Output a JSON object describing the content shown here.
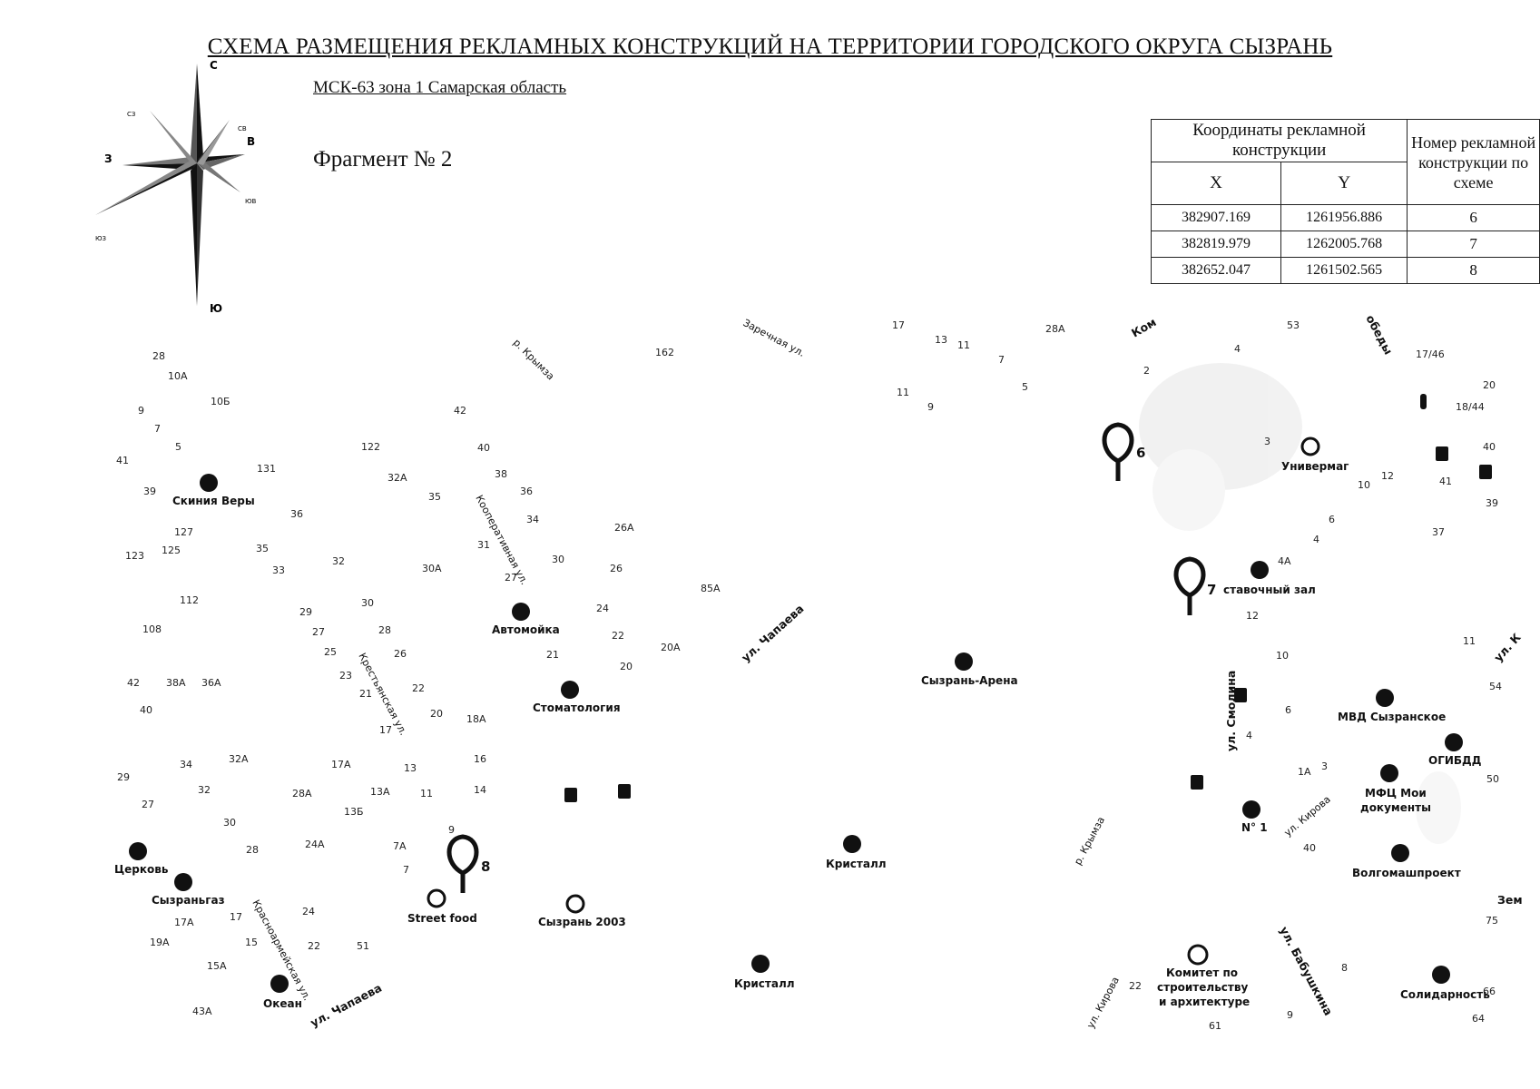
{
  "header": {
    "title": "СХЕМА РАЗМЕЩЕНИЯ РЕКЛАМНЫХ КОНСТРУКЦИЙ НА ТЕРРИТОРИИ ГОРОДСКОГО ОКРУГА СЫЗРАНЬ",
    "subtitle": "МСК-63 зона 1 Самарская область",
    "fragment": "Фрагмент № 2"
  },
  "compass": {
    "n": "С",
    "s": "Ю",
    "w": "З",
    "e": "В",
    "nw": "СЗ",
    "ne": "СВ",
    "se": "ЮВ",
    "sw": "ЮЗ"
  },
  "table": {
    "coords_header": "Координаты рекламной конструкции",
    "number_header": "Номер рекламной конструкции по схеме",
    "x_header": "X",
    "y_header": "Y",
    "rows": [
      {
        "x": "382907.169",
        "y": "1261956.886",
        "n": "6"
      },
      {
        "x": "382819.979",
        "y": "1262005.768",
        "n": "7"
      },
      {
        "x": "382652.047",
        "y": "1261502.565",
        "n": "8"
      }
    ]
  },
  "markers": [
    "6",
    "7",
    "8"
  ],
  "pois": {
    "skiniya": "Скиния Веры",
    "avtomoyka": "Автомойка",
    "stomatologiya": "Стоматология",
    "tserkov": "Церковь",
    "syzrangaz": "Сызраньгаз",
    "okean": "Океан",
    "streetfood": "Street food",
    "syzran2003": "Сызрань 2003",
    "kristall1": "Кристалл",
    "kristall2": "Кристалл",
    "arena": "Сызрань-Арена",
    "univermag": "Универмаг",
    "vystavochny": "ставочный зал",
    "mvd": "МВД Сызранское",
    "ogibdd": "ОГИБДД",
    "mfc1": "МФЦ Мои",
    "mfc2": "документы",
    "n1": "N° 1",
    "volgomash": "Волгомашпроект",
    "komitet1": "Комитет по",
    "komitet2": "строительству",
    "komitet3": "и архитектуре",
    "solidarnost": "Солидарность"
  },
  "streets": {
    "krymza1": "р. Крымза",
    "krymza2": "р. Крымза",
    "zarechnaya": "Заречная ул.",
    "kooperativnaya": "Кооперативная ул.",
    "krestyanskaya": "Крестьянская ул.",
    "krasnoarmeyskaya": "Красноармейская ул.",
    "chapaeva1": "ул. Чапаева",
    "chapaeva2": "ул. Чапаева",
    "smolina": "ул. Смолина",
    "kirova1": "ул. Кирова",
    "kirova2": "ул. Кирова",
    "babushkina": "ул. Бабушкина",
    "kom": "Ком",
    "pobedy": "обеды",
    "ulk": "ул. К",
    "zem": "Зем"
  },
  "numbers": [
    "28",
    "10А",
    "10Б",
    "9",
    "7",
    "5",
    "41",
    "131",
    "39",
    "36",
    "127",
    "125",
    "123",
    "35",
    "33",
    "122",
    "32А",
    "35",
    "42",
    "40",
    "38",
    "36",
    "34",
    "31",
    "27",
    "30",
    "26А",
    "26",
    "30А",
    "32",
    "112",
    "108",
    "29",
    "30",
    "27",
    "28",
    "25",
    "26",
    "23",
    "21",
    "22",
    "20",
    "18А",
    "17",
    "24",
    "22",
    "21",
    "20",
    "20А",
    "85А",
    "162",
    "17",
    "13",
    "11",
    "7",
    "5",
    "11",
    "9",
    "28А",
    "53",
    "4",
    "2",
    "17/46",
    "20",
    "18/44",
    "40",
    "41",
    "39",
    "37",
    "3",
    "10",
    "12",
    "6",
    "4",
    "4А",
    "12",
    "11",
    "54",
    "10",
    "6",
    "4",
    "1А",
    "3",
    "50",
    "40",
    "42",
    "38А",
    "36А",
    "40",
    "34",
    "32А",
    "29",
    "32",
    "27",
    "30",
    "28",
    "17А",
    "13",
    "28А",
    "13А",
    "11",
    "13Б",
    "16",
    "14",
    "9",
    "24А",
    "7А",
    "7",
    "17А",
    "17",
    "24",
    "22",
    "51",
    "19А",
    "15",
    "15А",
    "43А",
    "22",
    "61",
    "9",
    "8",
    "75",
    "66",
    "64"
  ]
}
